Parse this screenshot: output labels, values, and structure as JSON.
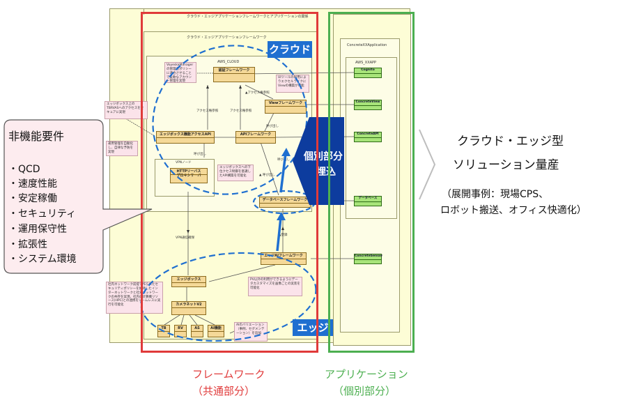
{
  "diagram": {
    "outer_title": "クラウド・エッジアプリケーションフレームワークとアプリケーションの関係",
    "framework_title": "クラウド・エッジアプリケーションフレームワーク",
    "cloud_label": "クラウド",
    "edge_label": "エッジ",
    "aws_package": "AWS_CLOUD",
    "app_title": "ConcreteXXApplication",
    "aws_xxapp": "AWS_XXAPP",
    "classes": {
      "auth": "認証フレームワーク",
      "view": "Viewフレームワーク",
      "edgebox_access": "エッジボックス機能アクセスAPI",
      "api": "APIフレームワーク",
      "http": "HTTPリーバス\nプロキシサーバ",
      "vpn": "VPNノード",
      "db": "データベースフレームワーク",
      "edgeai": "エッジAIフレームワーク",
      "edgebox": "エッジボックス",
      "camera": "カメラネットV2",
      "tb": "TB",
      "rv": "RV",
      "as": "AS",
      "ai": "AI機能"
    },
    "app_classes": [
      "Cognito",
      "ConcreteView",
      "ConcreteAPI",
      "データベース",
      "ConcreteSensor"
    ],
    "notes": [
      "VoyeskaManagerの管理者ポリシーに適合させることで柔軟なアカウント管理を実現",
      "エッジボックス上のTBRVASへのアクセスをセキュアに実現",
      "運用管理を自動化し、自律な予防を実現",
      "UIツールの利用によりエクセルライクにViewの構築が可能",
      "エッジボックスへの下位クセス制御を意識したAPI構築を可能化",
      "社内ネットワーク前提で作られたセキュリティポリシーを維持したインターネットワークと社外ネットワークの共存を実現、社内の計算機リソース(HPC)との連携をシームレスに実行を可能化",
      "PV以外の利用ができるようにデータカスタマイズを画像ごとの実装を可能化",
      "AIのバリエーション（事例、セグメンテーション）を追加"
    ],
    "edge_labels": [
      "アクセス権参照",
      "アクセス権参照",
      "▲アクセス権参照",
      "呼び出し",
      "呼び出し",
      "呼び出し",
      "▲ 呼び出し",
      "VPN通信確保",
      "▲登録"
    ]
  },
  "callout": {
    "title": "非機能要件",
    "items": [
      "・QCD",
      "・速度性能",
      "・安定稼働",
      "・セキュリティ",
      "・運用保守性",
      "・拡張性",
      "・システム環境"
    ]
  },
  "arrow_label_line1": "個別部分",
  "arrow_label_line2": "埋込",
  "result": {
    "line1": "クラウド・エッジ型",
    "line2": "ソリューション量産",
    "example_line1": "（展開事例：現場CPS、",
    "example_line2": "ロボット搬送、オフィス快適化）"
  },
  "labels": {
    "framework_line1": "フレームワーク",
    "framework_line2": "（共通部分）",
    "app_line1": "アプリケーション",
    "app_line2": "（個別部分）"
  },
  "colors": {
    "framework_red": "#e03a3a",
    "app_green": "#4caf50",
    "cloud_blue": "#1f6fd0",
    "arrow_navy": "#0d3c9e",
    "package_yellow": "#ffffe0"
  }
}
